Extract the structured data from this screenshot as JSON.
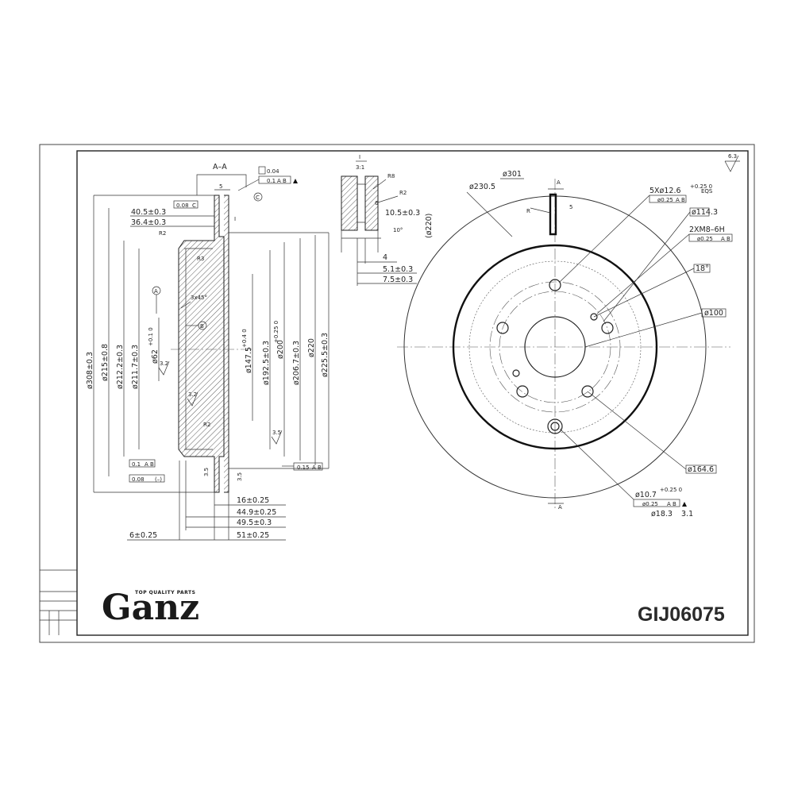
{
  "title_block": {
    "brand": "Ganz",
    "tagline": "TOP QUALITY PARTS",
    "part_number": "GIJ06075",
    "surface_finish": "6.3"
  },
  "section_view": {
    "title": "A–A",
    "detail_ref": "I",
    "datum_a": "A",
    "datum_b": "B",
    "datum_c": "C",
    "chamfer": "3x45°",
    "gdt_top_1": "0.04",
    "gdt_top_2": "0.1",
    "gdt_top_2_ref": "A B",
    "flat_tol": "0.08",
    "flat_ref": "C",
    "gdt_bl_1": "0.1",
    "gdt_bl_1_ref": "A B",
    "gdt_bl_2": "0.08",
    "gdt_bl_2_ref": "(–)",
    "gdt_br": "0.15",
    "gdt_br_ref": "A B",
    "dims": {
      "w5": "5",
      "d40": "40.5±0.3",
      "d36": "36.4±0.3",
      "r2a": "R2",
      "r3": "R3",
      "r2b": "R2",
      "rough_a": "3.2",
      "rough_b": "3.2",
      "rough_c": "3.5",
      "rough_d": "3.5",
      "rough_e": "3.5",
      "dia308": "ø308±0.3",
      "dia215": "ø215±0.8",
      "dia212": "ø212.2±0.3",
      "dia211": "ø211.7±0.3",
      "dia62": "ø62",
      "dia62_tol": "+0.1 0",
      "dia147": "ø147.5",
      "dia147_tol": "+0.4 0",
      "dia192": "ø192.5±0.3",
      "dia200": "ø200",
      "dia200_tol": "+0.25 0",
      "dia206": "ø206.7±0.3",
      "dia220": "ø220",
      "dia225": "ø225.5±0.3",
      "h16": "16±0.25",
      "h44": "44.9±0.25",
      "h49": "49.5±0.3",
      "h6": "6±0.25",
      "h51": "51±0.25"
    }
  },
  "detail_view": {
    "label": "I",
    "scale": "3:1",
    "r8": "R8",
    "r2": "R2",
    "d10_5": "10.5±0.3",
    "d6": "6",
    "angle": "10°",
    "dia220": "(ø220)",
    "d4": "4",
    "d5_1": "5.1±0.3",
    "d7_5": "7.5±0.3"
  },
  "front_view": {
    "section_a": "A",
    "dia301": "ø301",
    "dia230": "ø230.5",
    "r_label": "R",
    "w5": "5",
    "holes": "5Xø12.6",
    "holes_tol": "+0.25 0",
    "holes_eqs": "EQS",
    "holes_gdt": "ø0.25",
    "holes_ref": "A B",
    "dia114": "ø114.3",
    "thread": "2XM8–6H",
    "thread_gdt": "ø0.25",
    "thread_ref": "A B",
    "angle18": "18°",
    "dia100": "ø100",
    "dia164": "ø164.6",
    "pin": "ø10.7",
    "pin_tol": "+0.25 0",
    "pin_gdt": "ø0.25",
    "pin_ref": "A B",
    "pin_cb": "ø18.3",
    "pin_depth": "3.1"
  }
}
